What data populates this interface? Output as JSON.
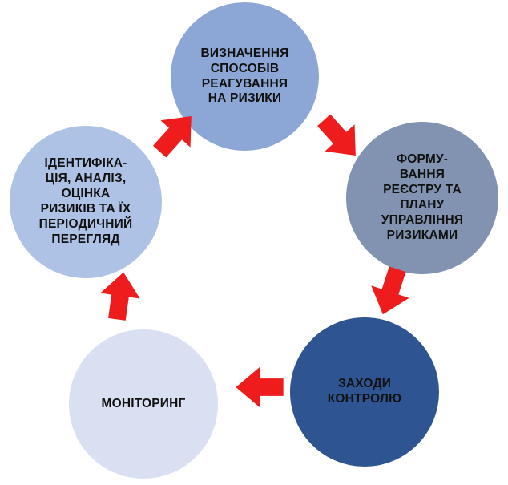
{
  "diagram": {
    "type": "cycle",
    "orientation": "clockwise",
    "background_color": "#ffffff",
    "arrow_color": "#EE1C1C",
    "text_color": "#111111",
    "nodes": [
      {
        "id": "response",
        "label": "ВИЗНАЧЕННЯ\nСПОСОБІВ\nРЕАГУВАННЯ\nНА РИЗИКИ",
        "color": "#8CA7D6",
        "position": "top",
        "order": 1
      },
      {
        "id": "register",
        "label": "ФОРМУ-\nВАННЯ\nРЕЄСТРУ ТА\nПЛАНУ\nУПРАВЛІННЯ\nРИЗИКАМИ",
        "color": "#8193B0",
        "position": "right",
        "order": 2
      },
      {
        "id": "controls",
        "label": "ЗАХОДИ\nКОНТРОЛЮ",
        "color": "#2E5591",
        "position": "bottom-right",
        "order": 3
      },
      {
        "id": "monitoring",
        "label": "МОНІТОРИНГ",
        "color": "#D8E0F2",
        "position": "bottom-left",
        "order": 4
      },
      {
        "id": "identification",
        "label": "ІДЕНТИФІКА-\nЦІЯ, АНАЛІЗ,\nОЦІНКА\nРИЗИКІВ ТА ЇХ\nПЕРІОДИЧНИЙ\nПЕРЕГЛЯД",
        "color": "#AEC2E6",
        "position": "left",
        "order": 5
      }
    ],
    "arrows": [
      {
        "id": "identification-to-response",
        "from": "identification",
        "to": "response",
        "direction": "up-right"
      },
      {
        "id": "response-to-register",
        "from": "response",
        "to": "register",
        "direction": "down-right"
      },
      {
        "id": "register-to-controls",
        "from": "register",
        "to": "controls",
        "direction": "down"
      },
      {
        "id": "controls-to-monitoring",
        "from": "controls",
        "to": "monitoring",
        "direction": "left"
      },
      {
        "id": "monitoring-to-identification",
        "from": "monitoring",
        "to": "identification",
        "direction": "up"
      }
    ]
  }
}
